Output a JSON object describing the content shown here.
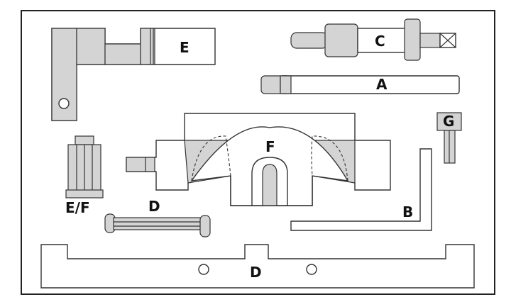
{
  "labels": {
    "e_top": "E",
    "c": "C",
    "a": "A",
    "g": "G",
    "f": "F",
    "ef": "E/F",
    "d_pin": "D",
    "b": "B",
    "d_bar": "D"
  },
  "colors": {
    "outline": "#333333",
    "shade": "#d4d4d4",
    "background": "#ffffff"
  }
}
